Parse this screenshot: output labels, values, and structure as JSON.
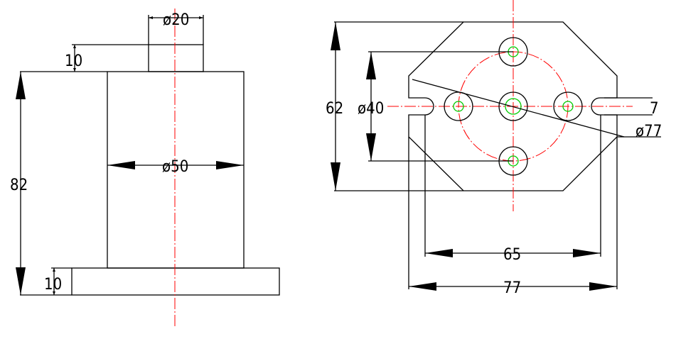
{
  "colors": {
    "outline": "#000000",
    "centerline": "#ff0000",
    "hole": "#00cc00",
    "background": "#ffffff"
  },
  "front_view": {
    "dim_boss_diameter": "ø20",
    "dim_boss_height": "10",
    "dim_total_height": "82",
    "dim_body_diameter": "ø50",
    "dim_base_height": "10"
  },
  "top_view": {
    "dim_height": "62",
    "dim_bolt_circle": "ø40",
    "dim_slot_width": "7",
    "dim_diagonal": "ø77",
    "dim_slot_spacing": "65",
    "dim_width": "77"
  }
}
